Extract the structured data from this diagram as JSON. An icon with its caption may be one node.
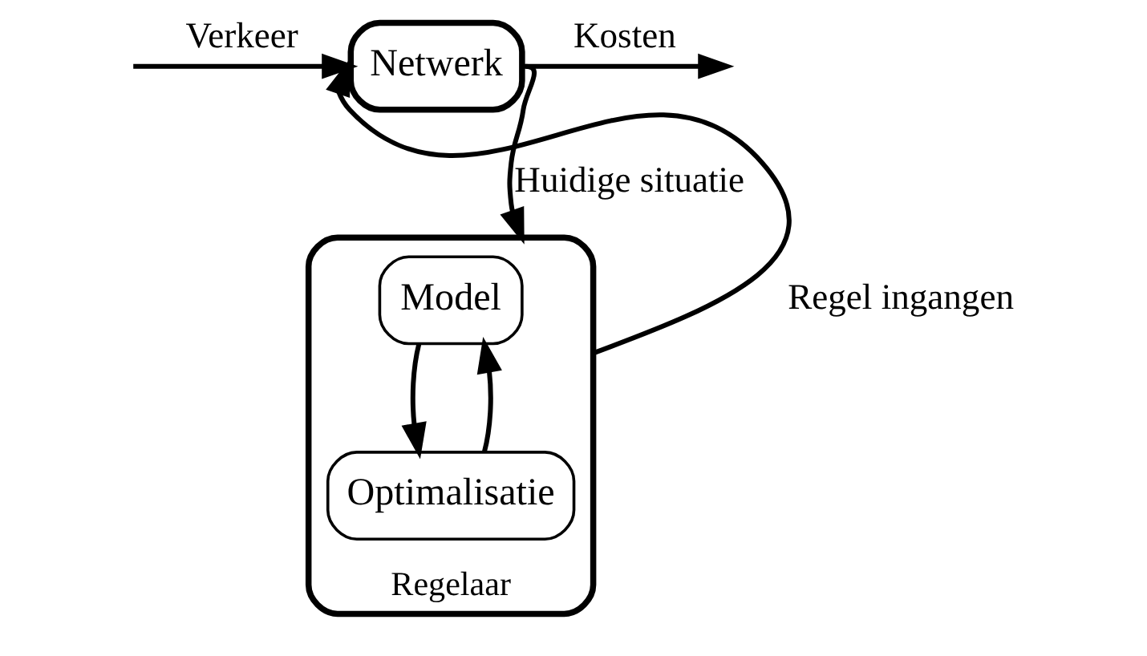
{
  "diagram": {
    "nodes": [
      {
        "text": [
          "Netwerk"
        ]
      },
      {
        "text": [
          "Regelaar"
        ]
      },
      {
        "text": [
          "Model"
        ],
        "in": 1
      },
      {
        "text": [
          "Optimalisatie"
        ],
        "in": 1
      }
    ],
    "edges": [
      {
        "from": null,
        "to": 0,
        "arrow": "to",
        "label": "Verkeer"
      },
      {
        "from": 0,
        "to": null,
        "arrow": "to",
        "label": "Kosten"
      },
      {
        "from": 0,
        "to": 1,
        "arrow": "to",
        "label": "Huidige situatie"
      },
      {
        "from": 1,
        "to": 0,
        "arrow": "to",
        "label": "Regel ingangen"
      },
      {
        "from": 3,
        "to": 2,
        "arrow": "to"
      },
      {
        "from": 2,
        "to": 3,
        "arrow": "to"
      }
    ]
  }
}
